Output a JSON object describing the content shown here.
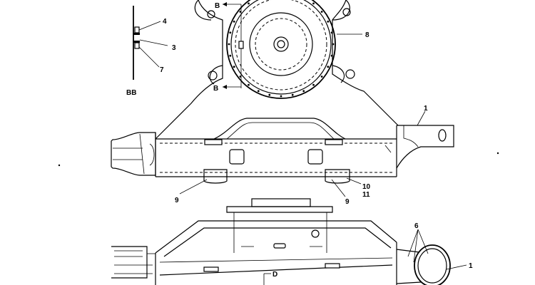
{
  "callouts": {
    "c1_top": "1",
    "c1_bottom": "1",
    "c3": "3",
    "c4": "4",
    "c6": "6",
    "c7": "7",
    "c8": "8",
    "c9_left": "9",
    "c9_right": "9",
    "c10": "10",
    "c11": "11"
  },
  "section": {
    "marker_top": "B",
    "marker_bottom": "B",
    "view_label": "BB",
    "detail": "D"
  }
}
